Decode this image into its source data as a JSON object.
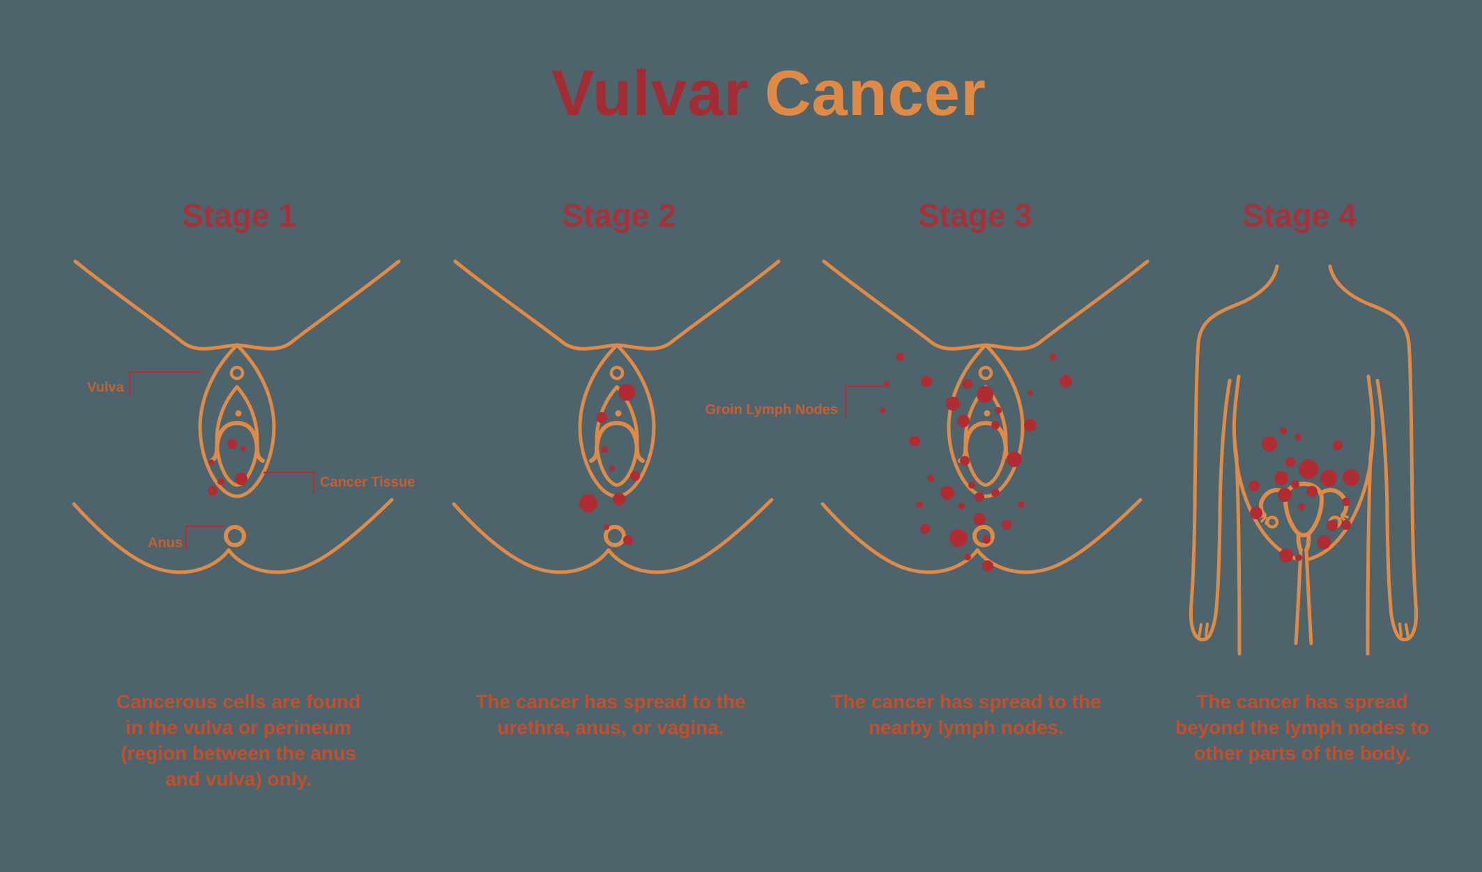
{
  "title": {
    "part1": "Vulvar",
    "part2": "Cancer"
  },
  "colors": {
    "background": "#4D646C",
    "title_red": "#A32B33",
    "title_orange": "#E08A45",
    "heading_red": "#A5323A",
    "outline_orange": "#E08A47",
    "cancer_dot": "#B12B33",
    "annotation_orange": "#C75F31",
    "description_orange": "#C54E2B",
    "leader_line_red": "#A8333B"
  },
  "stages": [
    {
      "label": "Stage 1",
      "description_lines": [
        "Cancerous cells are found",
        "in the vulva or perineum",
        "(region between the anus",
        "and vulva) only."
      ]
    },
    {
      "label": "Stage 2",
      "description_lines": [
        "The cancer has spread to the",
        "urethra, anus, or vagina."
      ]
    },
    {
      "label": "Stage 3",
      "description_lines": [
        "The cancer has spread to the",
        "nearby lymph nodes."
      ]
    },
    {
      "label": "Stage 4",
      "description_lines": [
        "The cancer has spread",
        "beyond the lymph nodes to",
        "other parts of the body."
      ]
    }
  ],
  "annotations": [
    {
      "id": "vulva",
      "text": "Vulva",
      "stage": "Stage 1"
    },
    {
      "id": "cancer_tissue",
      "text": "Cancer Tissue",
      "stage": "Stage 1"
    },
    {
      "id": "anus",
      "text": "Anus",
      "stage": "Stage 1"
    },
    {
      "id": "groin_lymph_nodes",
      "text": "Groin Lymph Nodes",
      "stage": "Stage 3"
    }
  ],
  "cancer_dots": {
    "stage1": [
      [
        243,
        272,
        7
      ],
      [
        259,
        279,
        4
      ],
      [
        213,
        298,
        4
      ],
      [
        256,
        322,
        9
      ],
      [
        227,
        326,
        5
      ],
      [
        215,
        339,
        7
      ]
    ],
    "stage2": [
      [
        264,
        198,
        12
      ],
      [
        228,
        234,
        8
      ],
      [
        232,
        280,
        5
      ],
      [
        243,
        307,
        4
      ],
      [
        276,
        318,
        7
      ],
      [
        209,
        357,
        13
      ],
      [
        253,
        351,
        9
      ],
      [
        235,
        391,
        4
      ],
      [
        266,
        410,
        7
      ]
    ],
    "stage3": [
      [
        127,
        147,
        6
      ],
      [
        108,
        186,
        4
      ],
      [
        102,
        224,
        4
      ],
      [
        165,
        182,
        8
      ],
      [
        203,
        214,
        10
      ],
      [
        224,
        186,
        7
      ],
      [
        249,
        201,
        12
      ],
      [
        268,
        224,
        5
      ],
      [
        218,
        239,
        9
      ],
      [
        264,
        245,
        6
      ],
      [
        314,
        199,
        4
      ],
      [
        346,
        147,
        5
      ],
      [
        365,
        182,
        9
      ],
      [
        314,
        245,
        9
      ],
      [
        148,
        268,
        8
      ],
      [
        220,
        296,
        7
      ],
      [
        291,
        294,
        11
      ],
      [
        171,
        321,
        5
      ],
      [
        195,
        342,
        10
      ],
      [
        230,
        331,
        5
      ],
      [
        241,
        348,
        7
      ],
      [
        264,
        342,
        6
      ],
      [
        301,
        359,
        5
      ],
      [
        155,
        359,
        5
      ],
      [
        215,
        361,
        5
      ],
      [
        241,
        380,
        9
      ],
      [
        163,
        394,
        7
      ],
      [
        211,
        407,
        13
      ],
      [
        251,
        409,
        6
      ],
      [
        280,
        388,
        7
      ],
      [
        224,
        434,
        5
      ],
      [
        253,
        447,
        8
      ]
    ],
    "stage4": [
      [
        181,
        240,
        5
      ],
      [
        202,
        249,
        5
      ],
      [
        161,
        259,
        11
      ],
      [
        259,
        261,
        7
      ],
      [
        191,
        285,
        7
      ],
      [
        217,
        295,
        14
      ],
      [
        246,
        308,
        12
      ],
      [
        278,
        307,
        12
      ],
      [
        139,
        319,
        8
      ],
      [
        178,
        308,
        10
      ],
      [
        198,
        317,
        6
      ],
      [
        222,
        327,
        8
      ],
      [
        271,
        342,
        6
      ],
      [
        142,
        358,
        9
      ],
      [
        183,
        332,
        10
      ],
      [
        207,
        349,
        5
      ],
      [
        251,
        376,
        8
      ],
      [
        203,
        422,
        5
      ],
      [
        239,
        400,
        10
      ],
      [
        185,
        419,
        10
      ],
      [
        271,
        375,
        7
      ]
    ]
  }
}
